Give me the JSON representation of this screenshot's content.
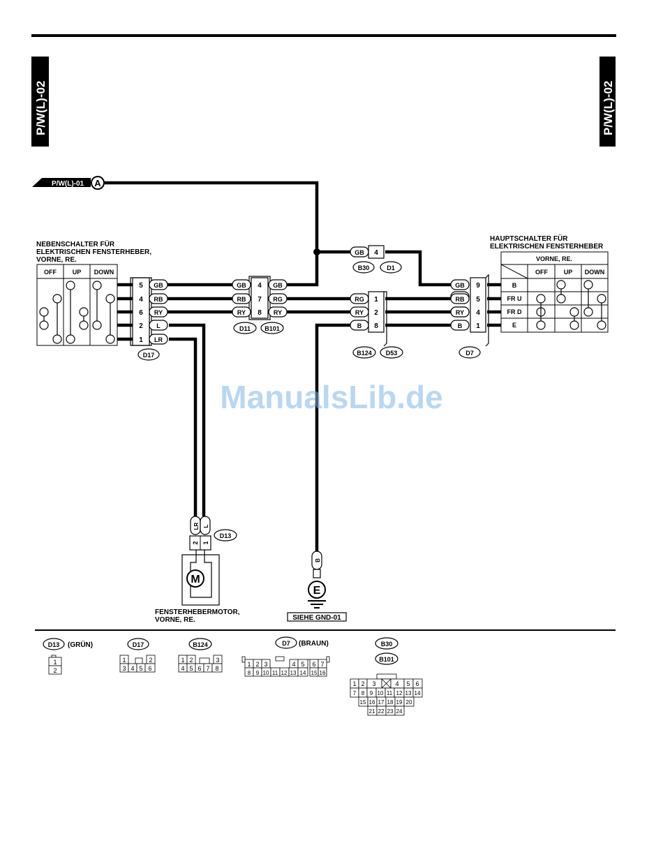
{
  "page": {
    "side_label": "P/W(L)-02",
    "watermark": "ManualsLib.de"
  },
  "diagram": {
    "entry_ref": "P/W(L)-01",
    "entry_marker": "A",
    "ground_marker": "E",
    "ground_ref": "SIEHE GND-01",
    "sub_switch": {
      "title": [
        "NEBENSCHALTER FÜR",
        "ELEKTRISCHEN FENSTERHEBER,",
        "VORNE, RE."
      ],
      "columns": [
        "OFF",
        "UP",
        "DOWN"
      ],
      "connector": "D17",
      "pins": [
        {
          "pin": "5",
          "wire": "GB"
        },
        {
          "pin": "4",
          "wire": "RB"
        },
        {
          "pin": "6",
          "wire": "RY"
        },
        {
          "pin": "2",
          "wire": "L"
        },
        {
          "pin": "1",
          "wire": "LR"
        }
      ]
    },
    "junction_d11_b101": {
      "connectors": [
        "D11",
        "B101"
      ],
      "rows": [
        {
          "left": "GB",
          "pin": "4",
          "right": "GB"
        },
        {
          "left": "RB",
          "pin": "7",
          "right": "RG"
        },
        {
          "left": "RY",
          "pin": "8",
          "right": "RY"
        }
      ]
    },
    "junction_b30_d1": {
      "connectors": [
        "B30",
        "D1"
      ],
      "wire": "GB",
      "pin": "4"
    },
    "junction_b124_d53": {
      "connectors": [
        "B124",
        "D53"
      ],
      "rows": [
        {
          "wire": "RG",
          "pin": "1"
        },
        {
          "wire": "RY",
          "pin": "2"
        },
        {
          "wire": "B",
          "pin": "8"
        }
      ]
    },
    "main_switch": {
      "title": [
        "HAUPTSCHALTER FÜR",
        "ELEKTRISCHEN FENSTERHEBER"
      ],
      "header": "VORNE, RE.",
      "columns": [
        "OFF",
        "UP",
        "DOWN"
      ],
      "rows": [
        "B",
        "FR U",
        "FR D",
        "E"
      ],
      "connector": "D7",
      "pins": [
        {
          "wire": "GB",
          "pin": "9"
        },
        {
          "wire": "RB",
          "pin": "5"
        },
        {
          "wire": "RY",
          "pin": "4"
        },
        {
          "wire": "B",
          "pin": "1"
        }
      ]
    },
    "motor": {
      "title": [
        "FENSTERHEBERMOTOR,",
        "VORNE, RE."
      ],
      "symbol": "M",
      "connector": "D13",
      "wires": [
        "LR",
        "L"
      ],
      "pins": [
        "2",
        "1"
      ]
    }
  },
  "legend": {
    "d13": {
      "name": "D13",
      "note": "(GRÜN)",
      "pins": [
        "1",
        "2"
      ]
    },
    "d17": {
      "name": "D17",
      "row1": [
        "1",
        "2"
      ],
      "row2": [
        "3",
        "4",
        "5",
        "6"
      ]
    },
    "b124": {
      "name": "B124",
      "row1": [
        "1",
        "2",
        "3"
      ],
      "row2": [
        "4",
        "5",
        "6",
        "7",
        "8"
      ]
    },
    "d7": {
      "name": "D7",
      "note": "(BRAUN)",
      "row1": [
        "1",
        "2",
        "3",
        "4",
        "5",
        "6",
        "7"
      ],
      "row2": [
        "8",
        "9",
        "10",
        "11",
        "12",
        "13",
        "14",
        "15",
        "16"
      ]
    },
    "b30": {
      "names": [
        "B30",
        "B101"
      ],
      "row1": [
        "1",
        "2",
        "3",
        "4",
        "5",
        "6"
      ],
      "row2": [
        "7",
        "8",
        "9",
        "10",
        "11",
        "12",
        "13",
        "14"
      ],
      "row3": [
        "15",
        "16",
        "17",
        "18",
        "19",
        "20"
      ],
      "row4": [
        "21",
        "22",
        "23",
        "24"
      ]
    }
  }
}
